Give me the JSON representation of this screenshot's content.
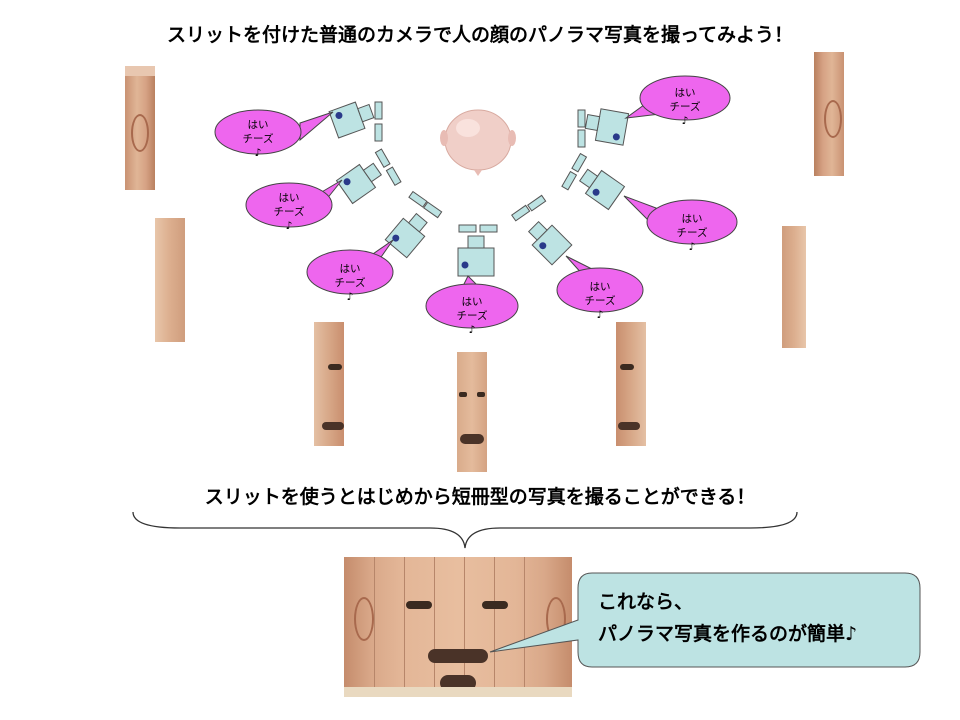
{
  "header": {
    "title": "スリットを付けた普通のカメラで人の顔のパノラマ写真を撮ってみよう！"
  },
  "middle": {
    "title": "スリットを使うとはじめから短冊型の写真を撮ることができる！"
  },
  "bubbles": [
    {
      "line1": "はい",
      "line2": "チーズ",
      "line3": "♪"
    },
    {
      "line1": "はい",
      "line2": "チーズ",
      "line3": "♪"
    },
    {
      "line1": "はい",
      "line2": "チーズ",
      "line3": "♪"
    },
    {
      "line1": "はい",
      "line2": "チーズ",
      "line3": "♪"
    },
    {
      "line1": "はい",
      "line2": "チーズ",
      "line3": "♪"
    },
    {
      "line1": "はい",
      "line2": "チーズ",
      "line3": "♪"
    },
    {
      "line1": "はい",
      "line2": "チーズ",
      "line3": "♪"
    }
  ],
  "callout": {
    "line1": "これなら、",
    "line2": "パノラマ写真を作るのが簡単♪"
  },
  "colors": {
    "bubble_fill": "#ee66ee",
    "camera_fill": "#bde3e3",
    "camera_dot": "#2a3a8a",
    "callout_fill": "#bde3e3",
    "skin": "#d9a585"
  }
}
